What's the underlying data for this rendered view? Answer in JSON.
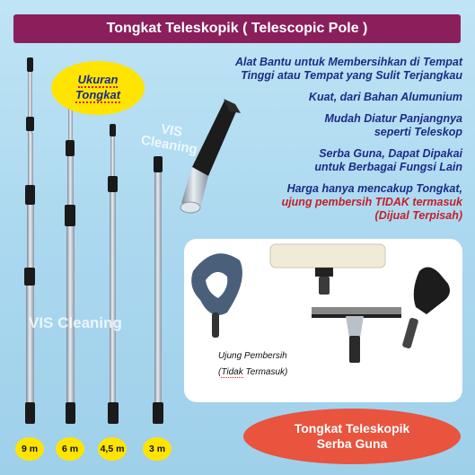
{
  "header": {
    "title": "Tongkat Teleskopik ( Telescopic Pole )"
  },
  "size_badge": {
    "line1": "Ukuran",
    "line2": "Tongkat"
  },
  "features": [
    {
      "line1": "Alat Bantu untuk Membersihkan di Tempat",
      "line2": "Tinggi atau Tempat yang Sulit Terjangkau"
    },
    {
      "line1": "Kuat, dari Bahan Alumunium",
      "line2": ""
    },
    {
      "line1": "Mudah Diatur Panjangnya",
      "line2": "seperti Teleskop"
    },
    {
      "line1": "Serba Guna, Dapat Dipakai",
      "line2": "untuk Berbagai Fungsi Lain"
    }
  ],
  "price_note": {
    "line1": "Harga hanya mencakup Tongkat,",
    "line2": "ujung pembersih TIDAK termasuk",
    "line3": "(Dijual Terpisah)"
  },
  "watermark": {
    "line1": "VIS",
    "line2": "Cleaning",
    "full": "VIS Cleaning"
  },
  "accessories_caption": {
    "line1": "Ujung Pembersih",
    "line2_open": "(",
    "line2_underlined": "Tidak",
    "line2_rest": " Termasuk)"
  },
  "cta": {
    "line1": "Tongkat Teleskopik",
    "line2": "Serba Guna"
  },
  "pole_lengths": [
    "9 m",
    "6 m",
    "4,5 m",
    "3 m"
  ],
  "colors": {
    "header_bg": "#8a1f5c",
    "badge": "#ffe400",
    "text_blue": "#1b2c86",
    "text_red": "#c2202a",
    "cta_bg": "#e8543e"
  }
}
